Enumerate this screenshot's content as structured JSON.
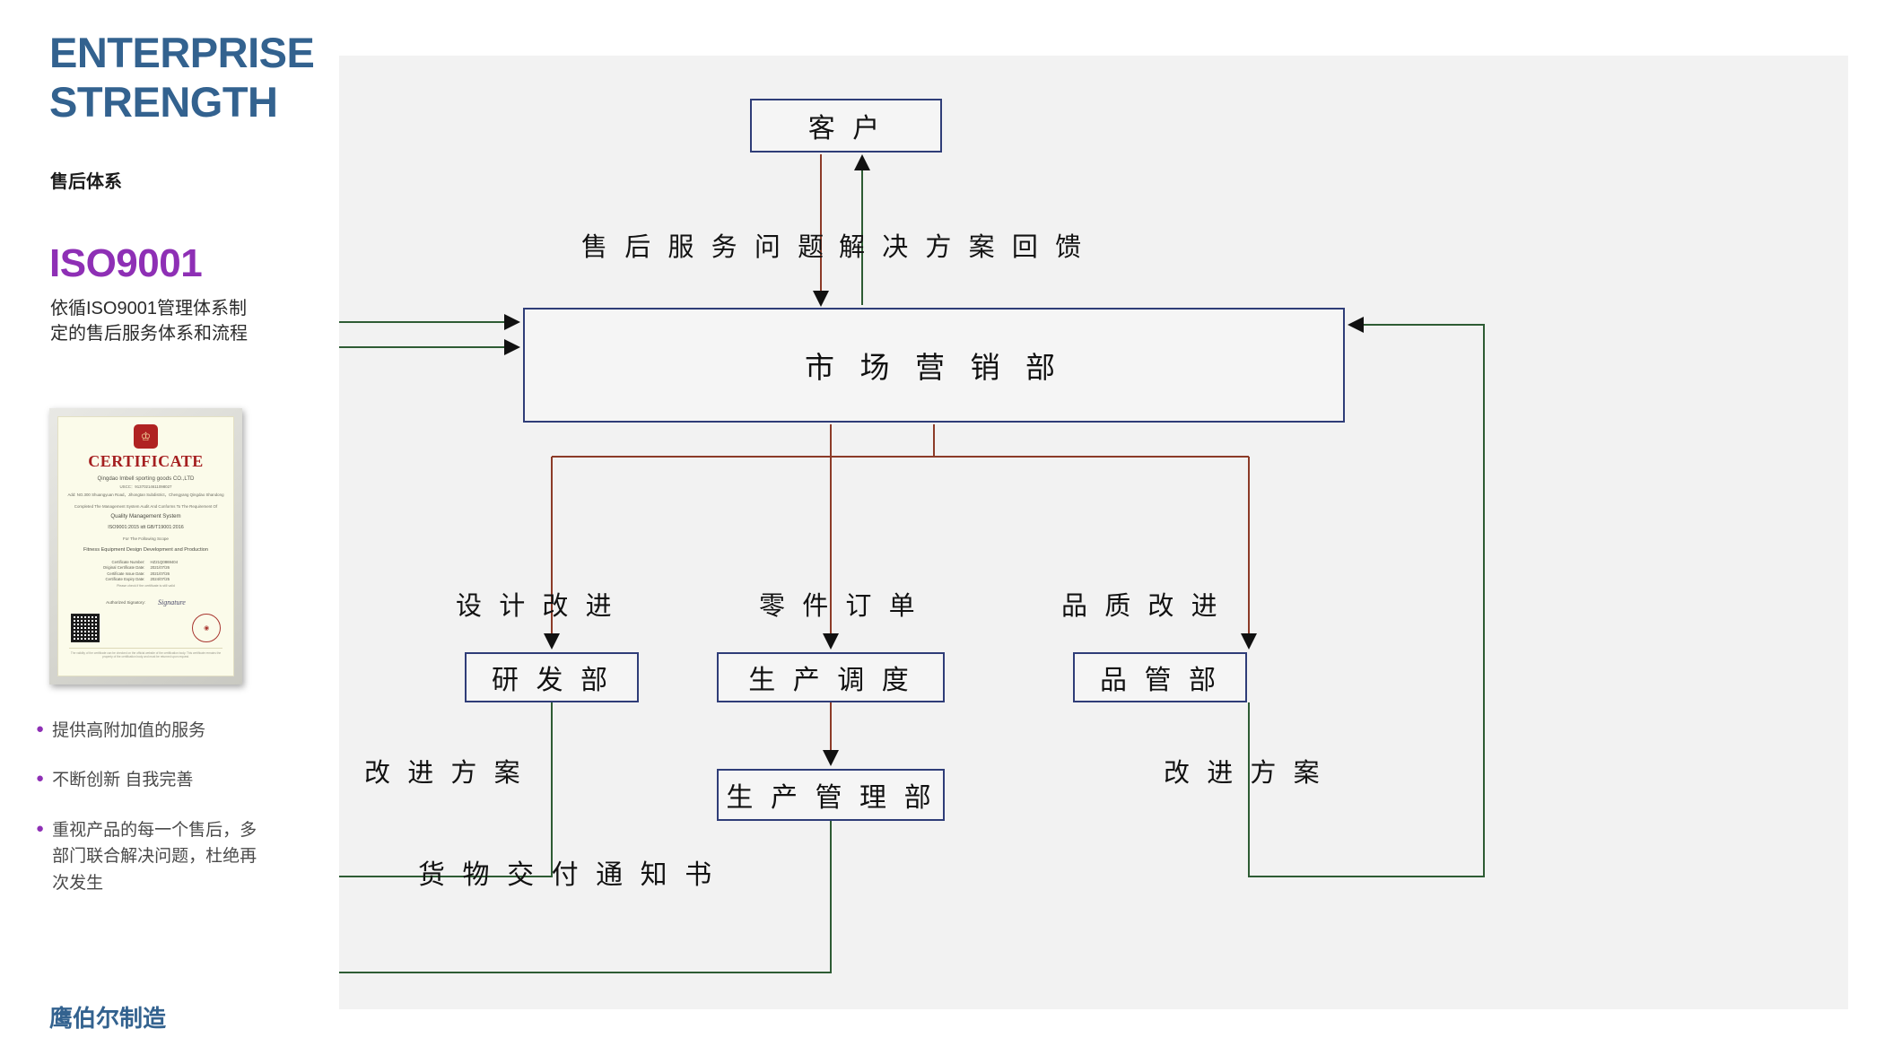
{
  "left_rail": {
    "brand_line1": "ENTERPRISE",
    "brand_line2": "STRENGTH",
    "brand_subtitle": "售后体系",
    "iso_title": "ISO9001",
    "iso_description": "依循ISO9001管理体系制定的售后服务体系和流程",
    "footer_brand": "鹰伯尔制造",
    "accent_blue": "#33628f",
    "accent_purple": "#8e2fb5",
    "bullets": [
      "提供高附加值的服务",
      "不断创新 自我完善",
      "重视产品的每一个售后，多部门联合解决问题，杜绝再次发生"
    ]
  },
  "certificate": {
    "heading": "CERTIFICATE",
    "company": "Qingdao Imbell sporting goods CO.,LTD",
    "uscc": "USCC：91370214611098027",
    "address": "Add: NO.300 Shuangyuan Road，Jihongtan Subdistrict，Chengyang Qingdao Shandong",
    "conformity": "Completed The Management System Audit And Conforms To The Requirement Of",
    "system": "Quality Management System",
    "standard": "ISO9001:2015 idt GB/T19001:2016",
    "scope_label": "For The Following Scope",
    "scope": "Fitness Equipment Design Development and Production",
    "fields": [
      {
        "key": "Certificate Number:",
        "value": "HZ21Q0869404"
      },
      {
        "key": "Original Certificate Date:",
        "value": "2021/07/26"
      },
      {
        "key": "Certificate Issue Date:",
        "value": "2021/07/26"
      },
      {
        "key": "Certificate Expiry Date:",
        "value": "2024/07/25"
      }
    ],
    "verify_note": "Please check if the certificate is still valid",
    "signatory_label": "Authorized Signatory:",
    "signature_mark": "Signature",
    "crest_glyph": "♔",
    "seal_glyph": "◉",
    "footer_note": "The validity of the certificate can be checked on the official website of the certification body. This certificate remains the property of the certification body and must be returned upon request."
  },
  "diagram": {
    "nodes": {
      "customer": "客 户",
      "marketing": "市 场 营 销 部",
      "rd": "研 发 部",
      "production_schedule": "生 产 调 度",
      "quality_control": "品 管 部",
      "production_management": "生 产 管 理 部"
    },
    "edge_labels": {
      "issue": "售 后 服 务 问 题",
      "feedback": "解 决 方 案 回 馈",
      "design_improve": "设 计  改 进",
      "parts_order": "零 件  订 单",
      "quality_improve": "品 质  改 进",
      "plan_left": "改 进 方 案",
      "plan_right": "改 进 方 案",
      "delivery_notice": "货 物 交 付 通 知 书"
    },
    "colors": {
      "node_border": "#2f3d78",
      "forward_flow": "#8c3b28",
      "return_flow": "#2e5c34",
      "panel_background": "#f2f2f2"
    }
  }
}
